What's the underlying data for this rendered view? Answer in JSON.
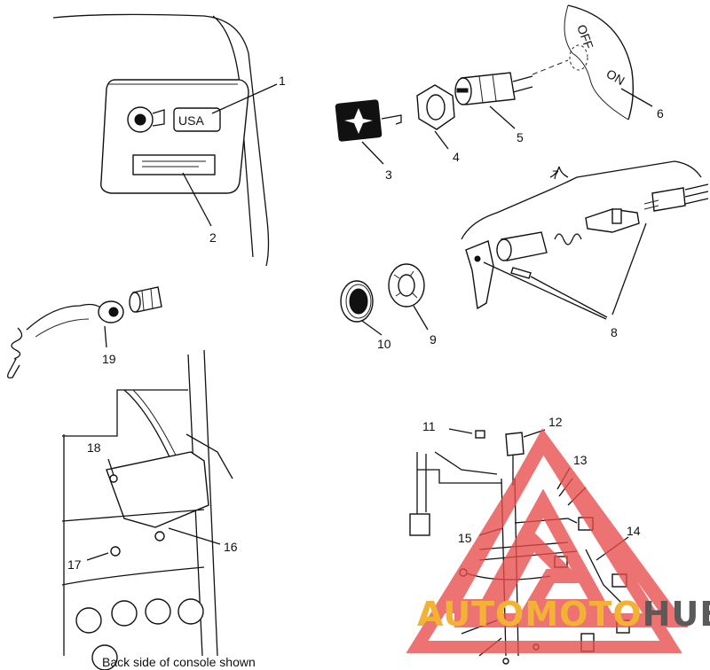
{
  "panel_badge": "USA",
  "switch_labels": {
    "off": "OFF",
    "on": "ON"
  },
  "callouts": [
    "1",
    "2",
    "3",
    "4",
    "5",
    "6",
    "7",
    "8",
    "9",
    "10",
    "11",
    "12",
    "13",
    "14",
    "15",
    "16",
    "17",
    "18",
    "19"
  ],
  "caption": "Back side of console shown",
  "watermark": {
    "part1": "AUTOMOTO",
    "part2": "HUB",
    "colors": {
      "triangle": "#e94b4b",
      "part1": "#f2b233",
      "part2": "#5a5a5a"
    }
  }
}
